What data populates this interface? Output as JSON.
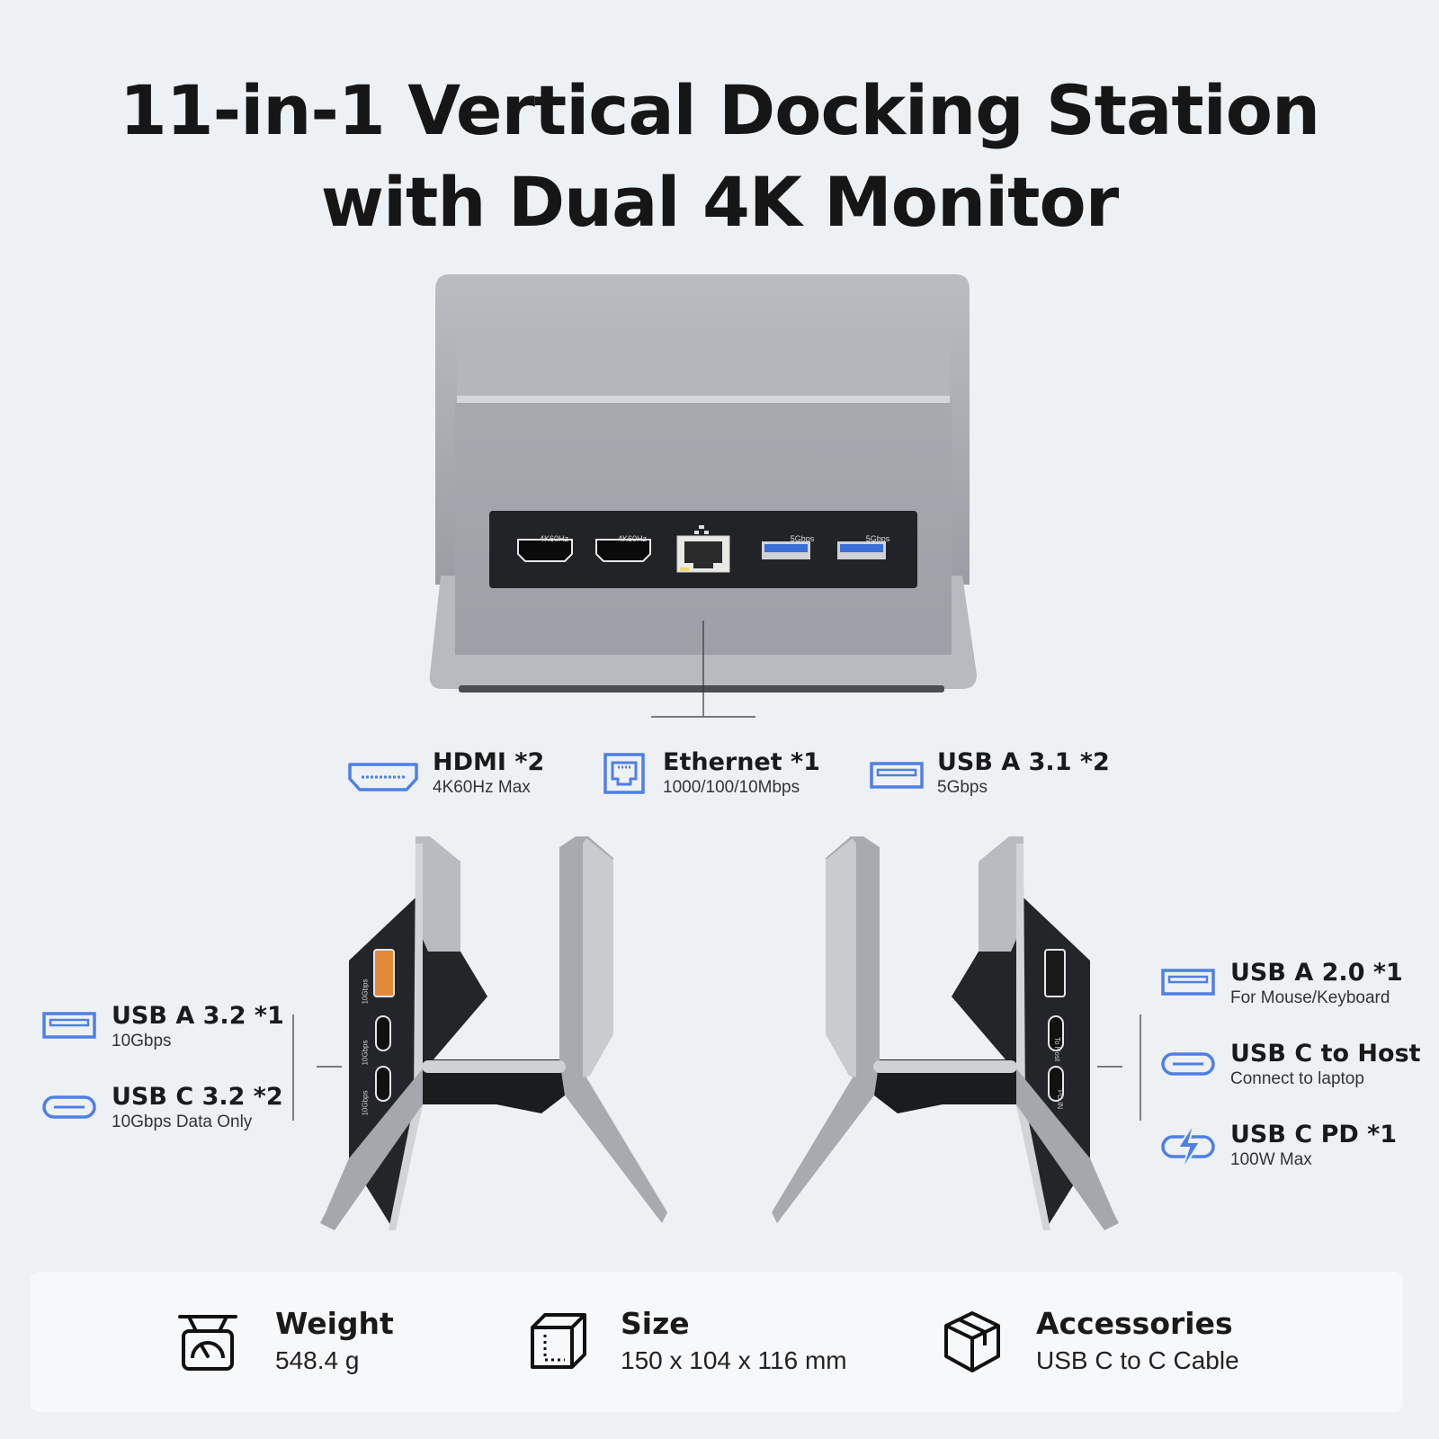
{
  "title": {
    "line1": "11-in-1 Vertical Docking Station",
    "line2": "with Dual 4K Monitor"
  },
  "front_panel": {
    "hdmi1_tag": "4K60Hz",
    "hdmi2_tag": "4K60Hz",
    "usb1_tag": "5Gbps",
    "usb2_tag": "5Gbps"
  },
  "front_labels": [
    {
      "title": "HDMI *2",
      "sub": "4K60Hz Max",
      "icon": "hdmi-icon"
    },
    {
      "title": "Ethernet *1",
      "sub": "1000/100/10Mbps",
      "icon": "ethernet-icon"
    },
    {
      "title": "USB A 3.1 *2",
      "sub": "5Gbps",
      "icon": "usb-a-icon"
    }
  ],
  "left_side": {
    "tags": [
      "10Gbps",
      "10Gbps",
      "10Gbps"
    ],
    "labels": [
      {
        "title": "USB A 3.2 *1",
        "sub": "10Gbps",
        "icon": "usb-a-icon"
      },
      {
        "title": "USB C 3.2 *2",
        "sub": "10Gbps Data Only",
        "icon": "usb-c-icon"
      }
    ]
  },
  "right_side": {
    "tags": [
      "To Host",
      "PD IN"
    ],
    "labels": [
      {
        "title": "USB A 2.0 *1",
        "sub": "For Mouse/Keyboard",
        "icon": "usb-a-icon"
      },
      {
        "title": "USB C to Host",
        "sub": "Connect to laptop",
        "icon": "usb-c-icon"
      },
      {
        "title": "USB C PD *1",
        "sub": "100W Max",
        "icon": "usb-c-pd-icon"
      }
    ]
  },
  "specs": [
    {
      "title": "Weight",
      "value": "548.4 g",
      "icon": "scale-icon"
    },
    {
      "title": "Size",
      "value": "150 x 104 x 116 mm",
      "icon": "cube-icon"
    },
    {
      "title": "Accessories",
      "value": "USB C to C Cable",
      "icon": "box-icon"
    }
  ],
  "colors": {
    "background": "#eef1f4",
    "accent": "#4f7fe6",
    "device_silver": "#a9adb3",
    "panel_black": "#222326"
  }
}
